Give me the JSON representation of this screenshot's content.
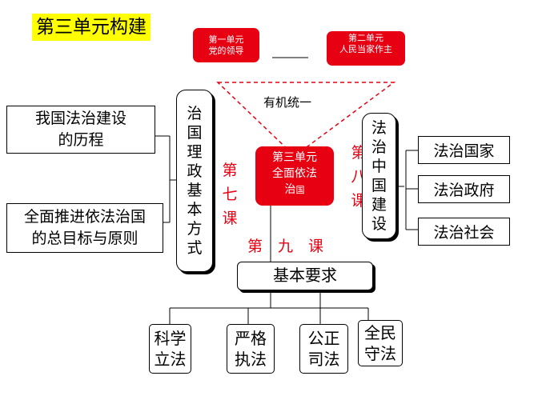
{
  "title": "第三单元构建",
  "top_left_box": "第一单元\n党的领导",
  "top_right_box": "第二单元\n人民当家作主",
  "unity_label": "有机统一",
  "center": {
    "line1": "第三单元",
    "line2": "全面依法",
    "line3_main": "治",
    "line3_small": "国"
  },
  "left_items": [
    "我国法治建设\n的历程",
    "全面推进依法治国\n的总目标与原则"
  ],
  "left_column_chars": [
    "治",
    "国",
    "理",
    "政",
    "基",
    "本",
    "方",
    "式"
  ],
  "right_column_chars": [
    "法",
    "治",
    "中",
    "国",
    "建",
    "设"
  ],
  "lesson7_chars": [
    "第",
    "七",
    "课"
  ],
  "lesson8_chars": [
    "第",
    "八",
    "课"
  ],
  "lesson9": "第　九　课",
  "right_items": [
    "法治国家",
    "法治政府",
    "法治社会"
  ],
  "basic_requirements": "基本要求",
  "bottom_items": [
    "科学\n立法",
    "严格\n执法",
    "公正\n司法",
    "全民\n守法"
  ],
  "colors": {
    "accent_red": "#e60012",
    "title_highlight": "#ffff00"
  }
}
